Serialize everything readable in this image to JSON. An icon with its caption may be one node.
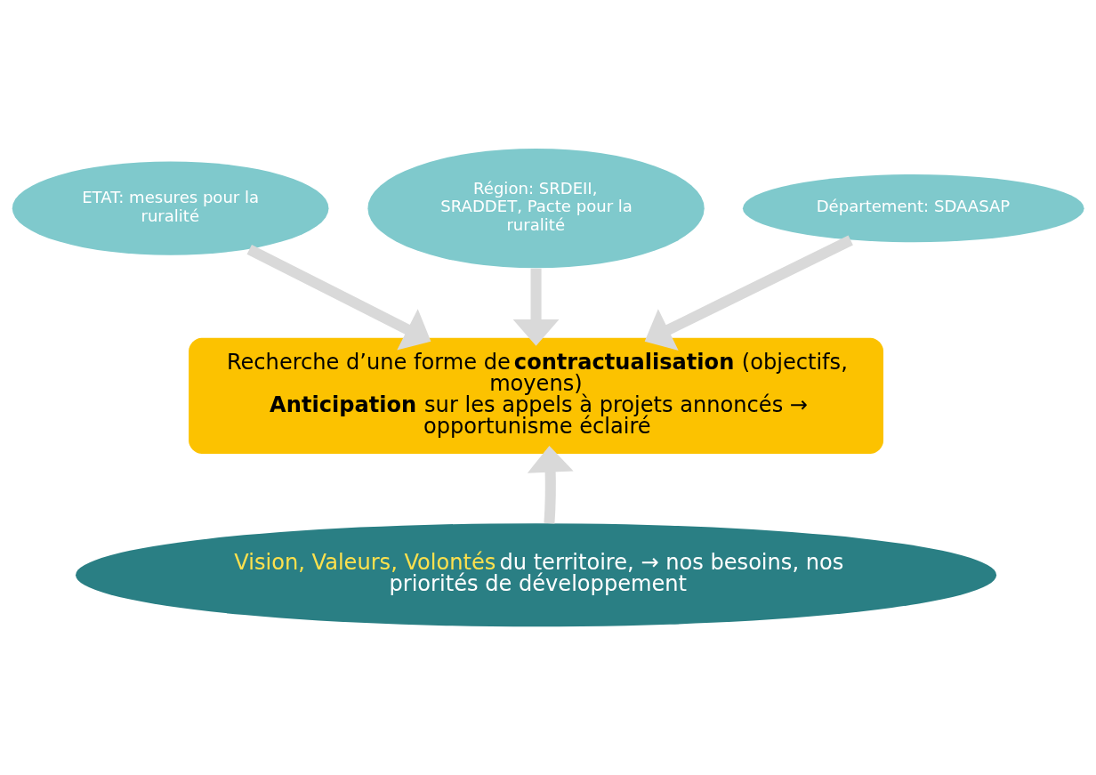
{
  "diagram": {
    "nodes": [
      {
        "text": [
          "ETAT: mesures pour la ruralité"
        ]
      },
      {
        "text": [
          "Région: SRDEII, SRADDET, Pacte pour la ruralité"
        ]
      },
      {
        "text": [
          "Département: SDAASAP"
        ]
      },
      {
        "text": [
          "Recherche d’une forme de **contractualisation** (objectifs, moyens)",
          "**Anticipation** sur les appels à projets annoncés → opportunisme éclairé"
        ]
      },
      {
        "text": [
          "**Vision, Valeurs, Volontés** du territoire, → nos besoins, nos priorités de développement"
        ]
      }
    ],
    "edges": [
      {
        "from": 0,
        "to": 3,
        "arrow": "to"
      },
      {
        "from": 1,
        "to": 3,
        "arrow": "to"
      },
      {
        "from": 2,
        "to": 3,
        "arrow": "to"
      },
      {
        "from": 4,
        "to": 3,
        "arrow": "to"
      }
    ]
  }
}
